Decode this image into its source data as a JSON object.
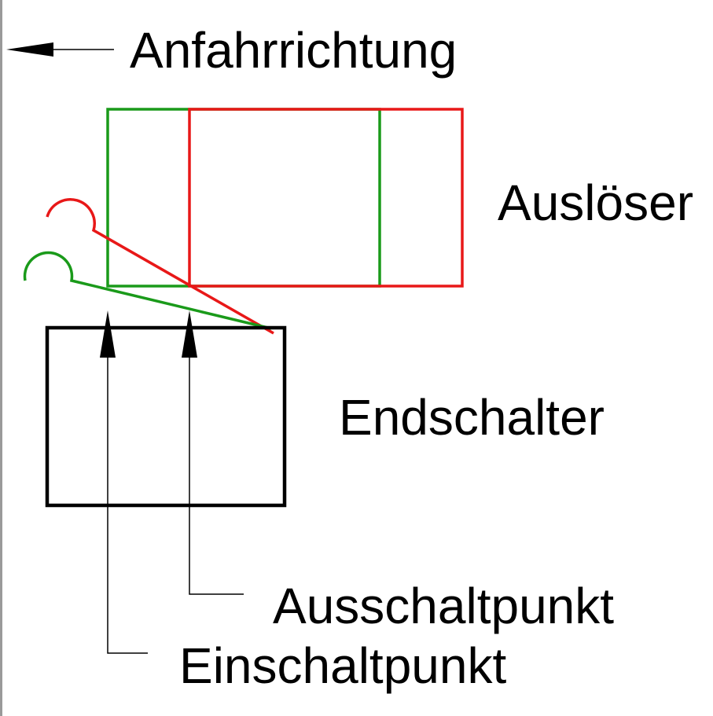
{
  "labels": {
    "direction": "Anfahrrichtung",
    "trigger": "Auslöser",
    "limit_switch": "Endschalter",
    "switch_off_point": "Ausschaltpunkt",
    "switch_on_point": "Einschaltpunkt"
  },
  "colors": {
    "on_state": "#1a9a1a",
    "off_state": "#e81818",
    "outline": "#000000",
    "page_border": "#9a9a9a"
  }
}
